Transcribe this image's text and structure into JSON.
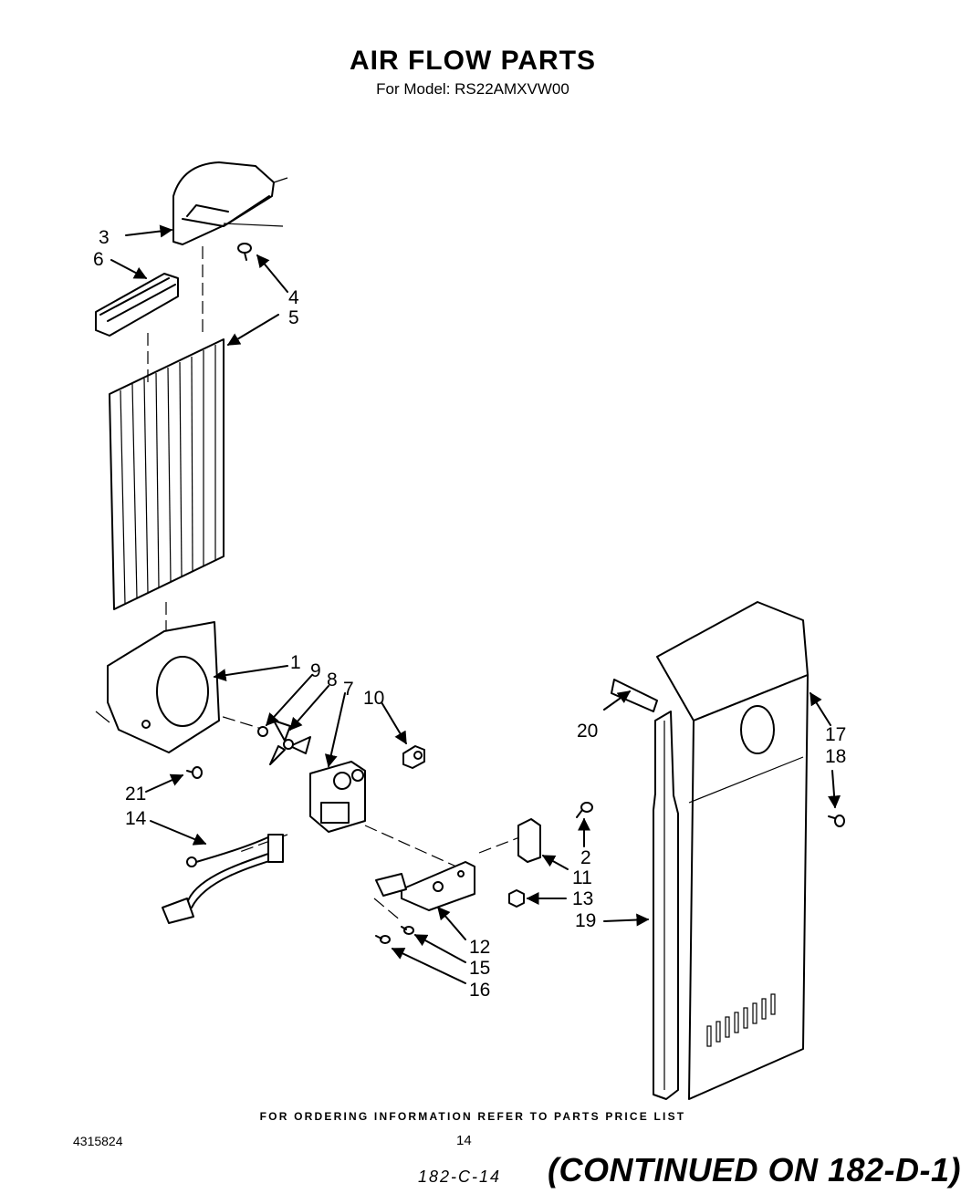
{
  "header": {
    "title": "AIR FLOW PARTS",
    "subtitle": "For Model: RS22AMXVW00"
  },
  "callouts": [
    "3",
    "6",
    "4",
    "5",
    "1",
    "9",
    "8",
    "7",
    "10",
    "21",
    "14",
    "2",
    "11",
    "13",
    "12",
    "15",
    "16",
    "19",
    "20",
    "17",
    "18"
  ],
  "footer": {
    "ordering_note": "FOR ORDERING INFORMATION REFER TO PARTS PRICE LIST",
    "doc_number": "4315824",
    "page_number": "14",
    "handwritten_ref": "182-C-14",
    "continued": "(CONTINUED ON 182-D-1)"
  }
}
